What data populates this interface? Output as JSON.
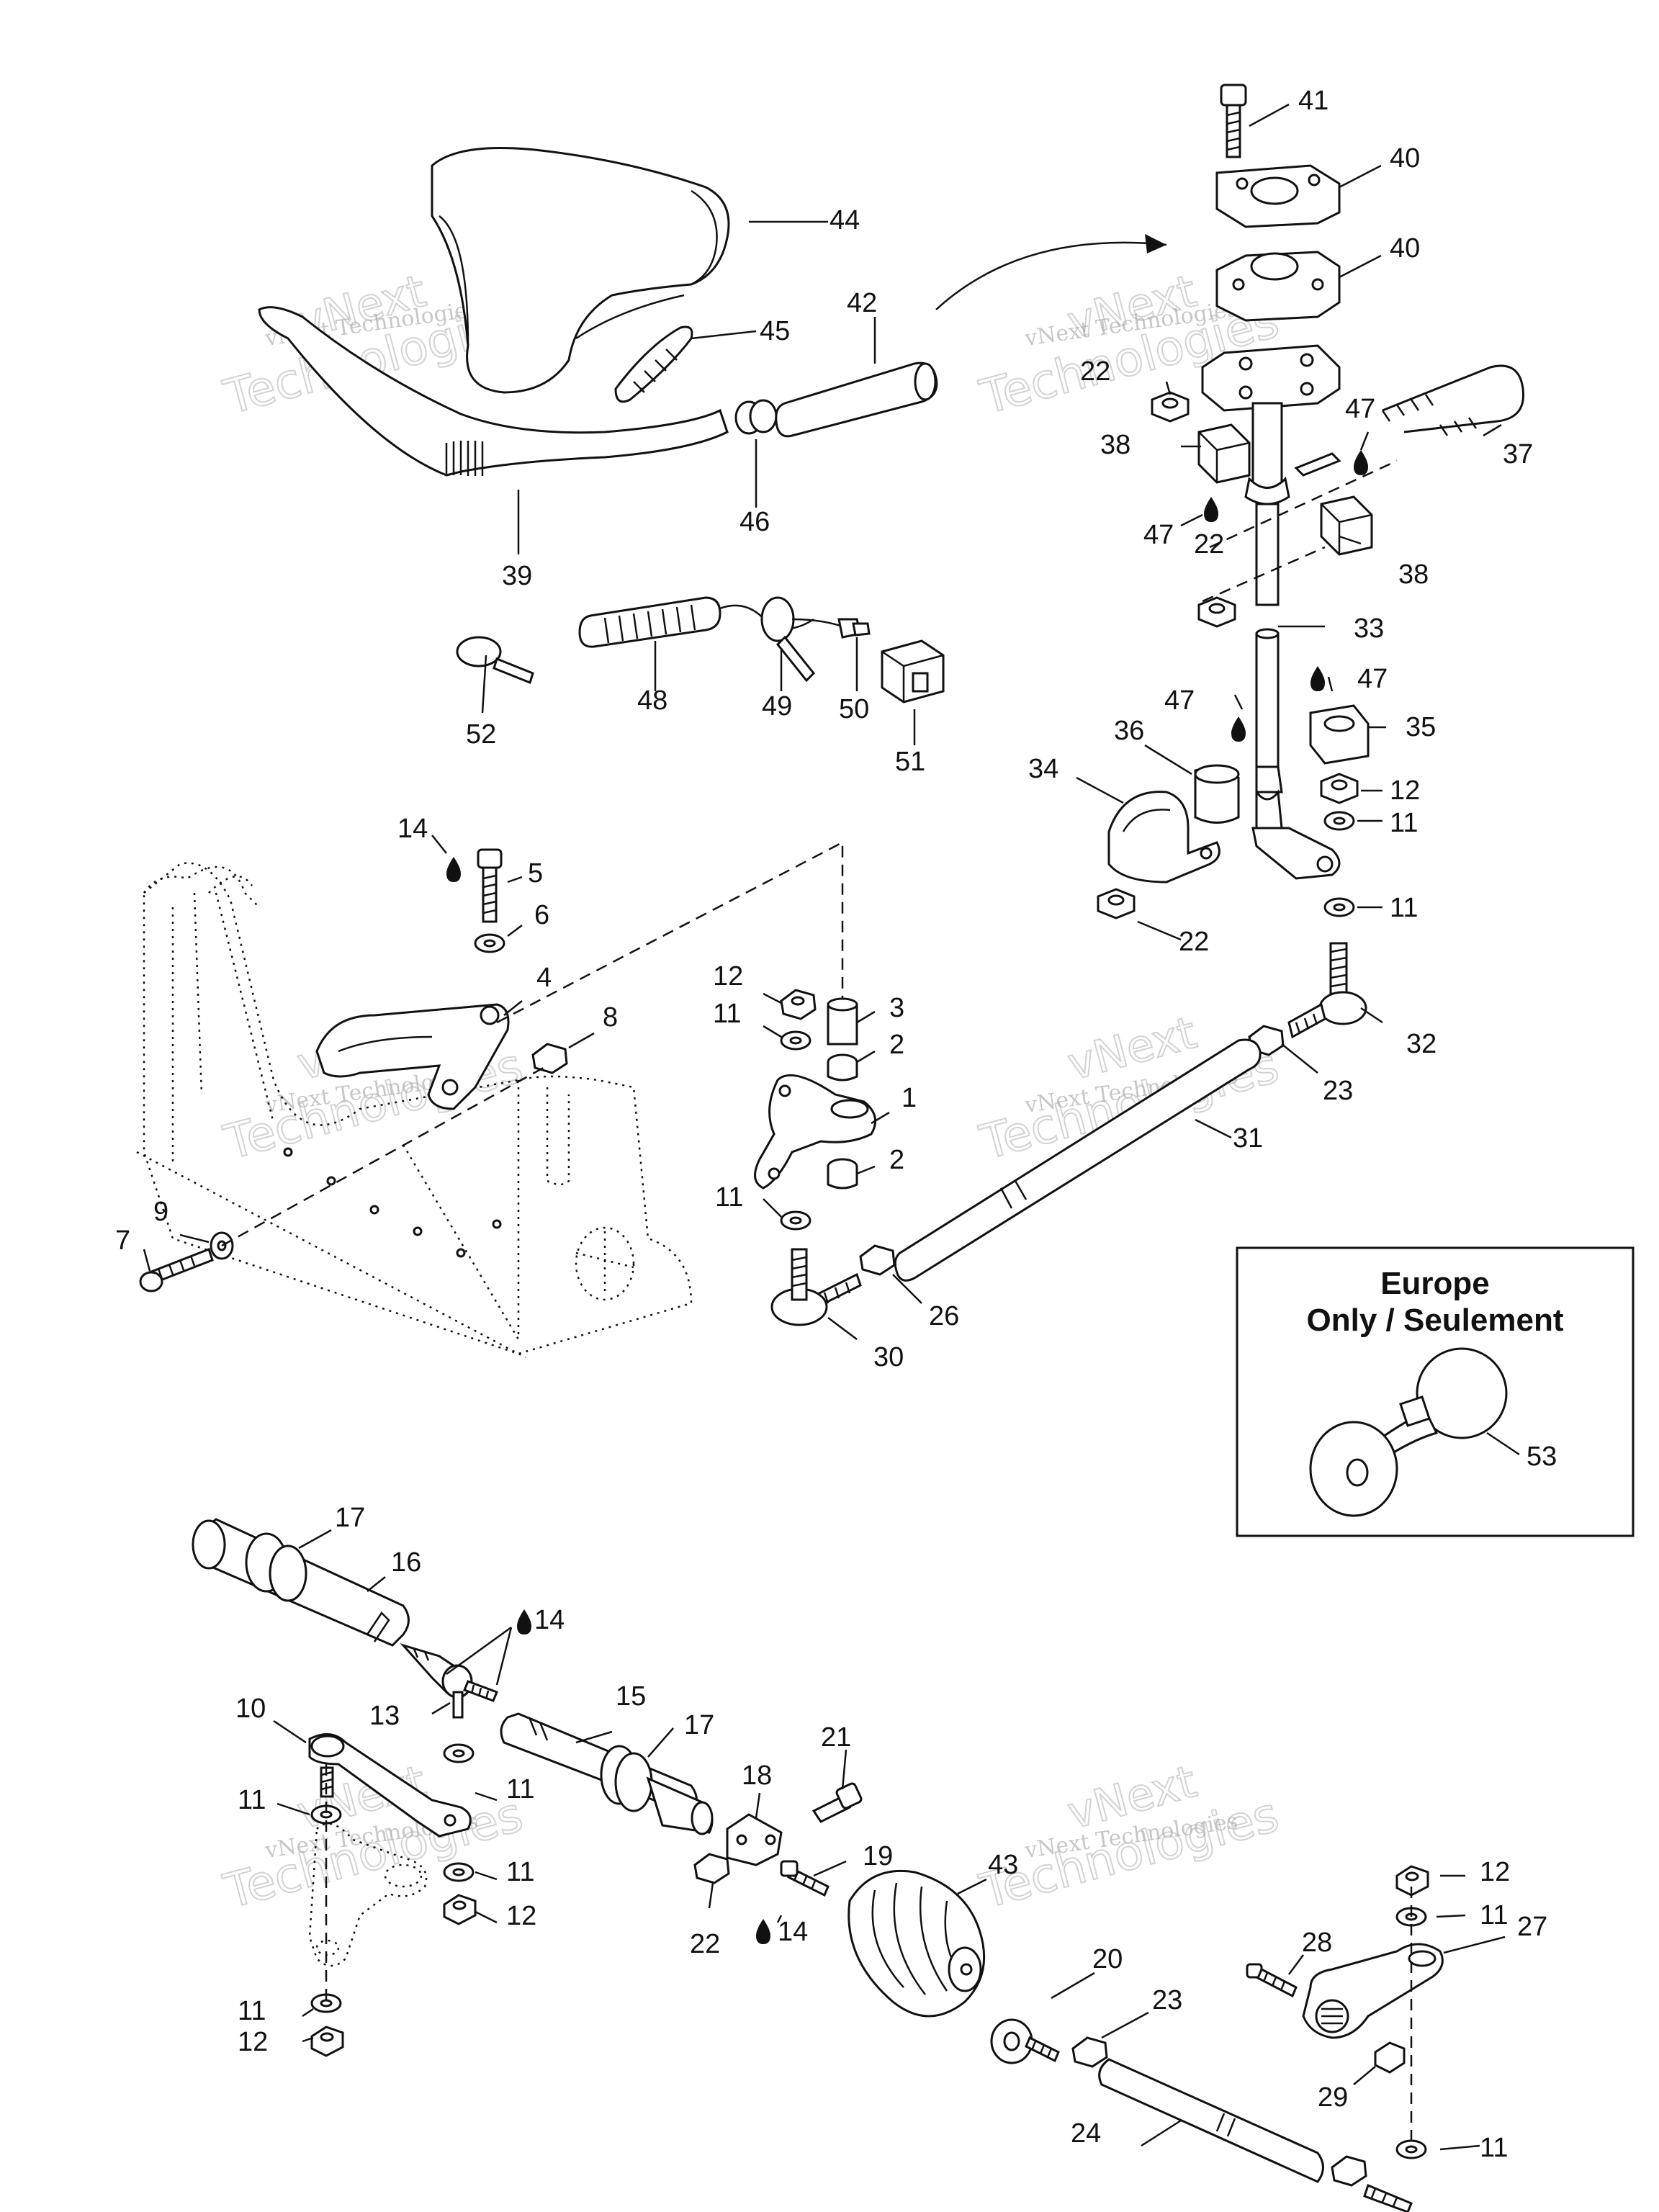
{
  "watermark": {
    "line1": "vNext",
    "line2": "vNext Technologies",
    "line3": "Technologies"
  },
  "inset": {
    "title_line1": "Europe",
    "title_line2": "Only / Seulement",
    "part_label": "53"
  },
  "labels": {
    "l41": "41",
    "l40a": "40",
    "l40b": "40",
    "l44": "44",
    "l42": "42",
    "l45": "45",
    "l22a": "22",
    "l47a": "47",
    "l37": "37",
    "l38a": "38",
    "l47b": "47",
    "l22b": "22",
    "l38b": "38",
    "l46": "46",
    "l39": "39",
    "l33": "33",
    "l47c": "47",
    "l47d": "47",
    "l35": "35",
    "l36": "36",
    "l34": "34",
    "l12a": "12",
    "l11a": "11",
    "l11b": "11",
    "l22c": "22",
    "l52": "52",
    "l48": "48",
    "l49": "49",
    "l50": "50",
    "l51": "51",
    "l14a": "14",
    "l5": "5",
    "l6": "6",
    "l4": "4",
    "l8": "8",
    "l12b": "12",
    "l11c": "11",
    "l3": "3",
    "l2a": "2",
    "l1": "1",
    "l2b": "2",
    "l11d": "11",
    "l32": "32",
    "l23a": "23",
    "l31": "31",
    "l9": "9",
    "l7": "7",
    "l26": "26",
    "l30": "30",
    "l17a": "17",
    "l16": "16",
    "l14b": "14",
    "l13": "13",
    "l15": "15",
    "l17b": "17",
    "l10": "10",
    "l11e": "11",
    "l21": "21",
    "l18": "18",
    "l19": "19",
    "l11f": "11",
    "l43": "43",
    "l11g": "11",
    "l12c": "12",
    "l22d": "22",
    "l14c": "14",
    "l12d": "12",
    "l11h": "11",
    "l27": "27",
    "l28": "28",
    "l20": "20",
    "l23b": "23",
    "l11i": "11",
    "l12e": "12",
    "l29": "29",
    "l24": "24",
    "l11j": "11"
  }
}
